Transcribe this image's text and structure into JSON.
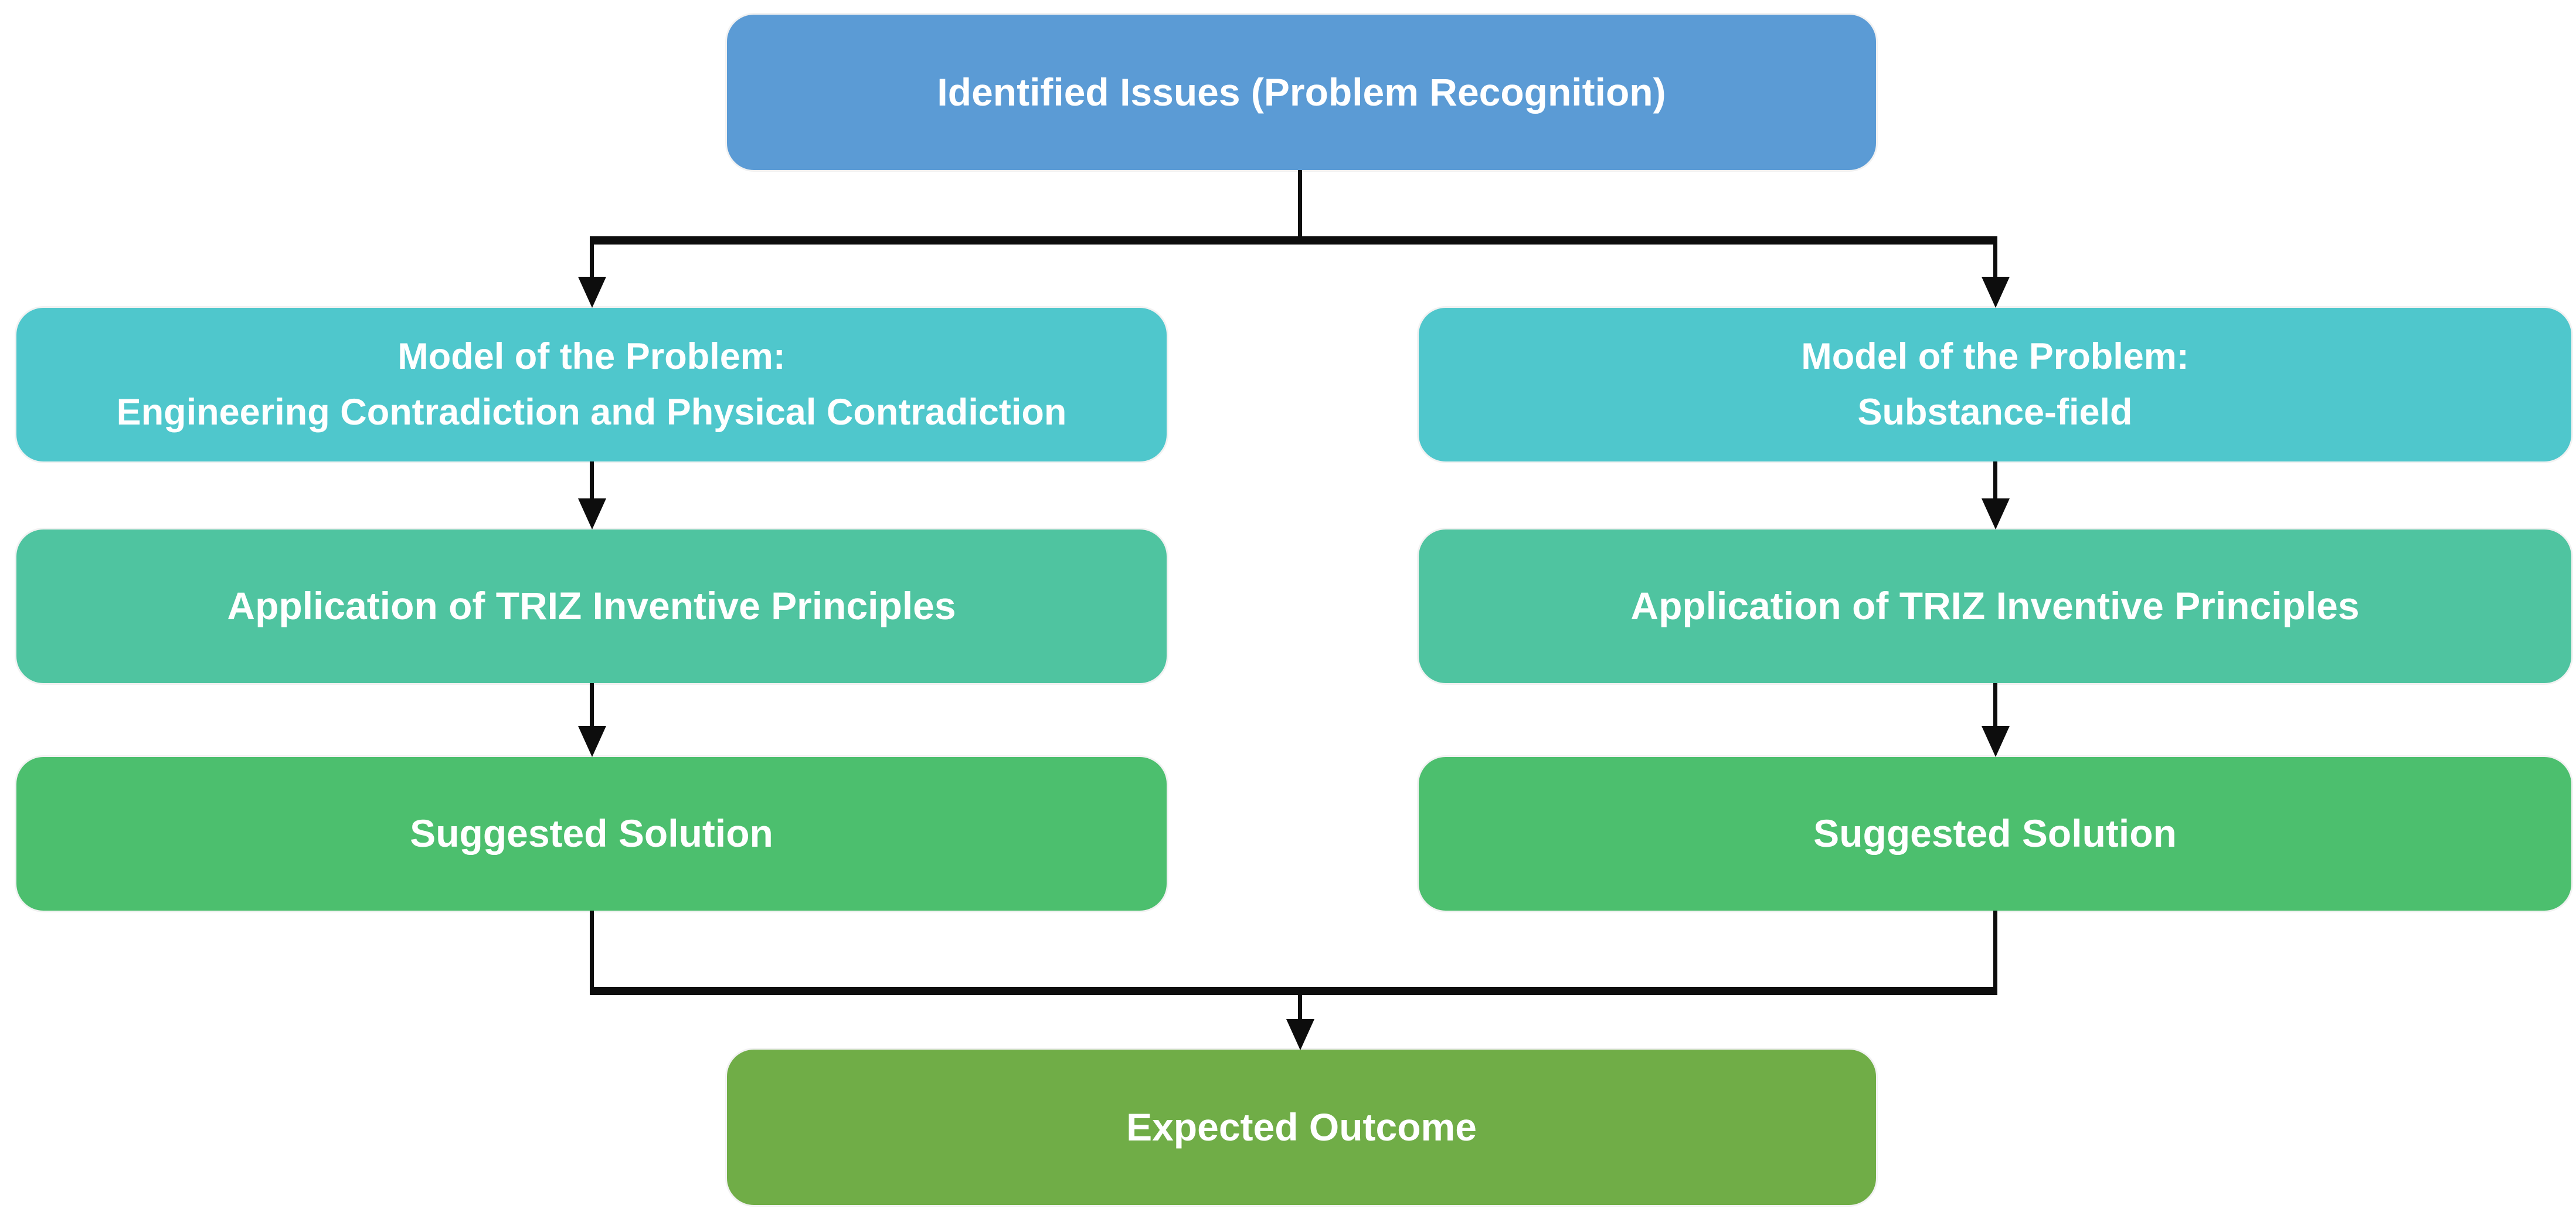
{
  "colors": {
    "top_box": "#5B9BD5",
    "model_box": "#4FC7CC",
    "application_box": "#4FC4A0",
    "solution_box": "#4CBF6E",
    "outcome_box": "#70AD47",
    "connector": "#0d0d0d",
    "text": "#FFFFFF"
  },
  "nodes": {
    "identified_issues": {
      "label": "Identified Issues (Problem Recognition)"
    },
    "model_left": {
      "line1": "Model of the Problem:",
      "line2": "Engineering Contradiction and Physical Contradiction"
    },
    "model_right": {
      "line1": "Model of the Problem:",
      "line2": "Substance-field"
    },
    "application_left": {
      "label": "Application of TRIZ Inventive Principles"
    },
    "application_right": {
      "label": "Application of TRIZ Inventive Principles"
    },
    "solution_left": {
      "label": "Suggested Solution"
    },
    "solution_right": {
      "label": "Suggested Solution"
    },
    "expected_outcome": {
      "label": "Expected Outcome"
    }
  }
}
